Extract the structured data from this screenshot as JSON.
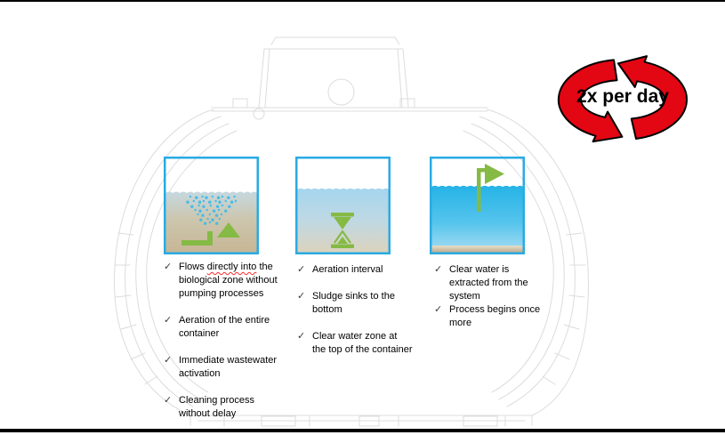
{
  "cycle_badge": {
    "label": "2x per day"
  },
  "bullet_glyph": "✓",
  "colors": {
    "panel_border": "#29ABE2",
    "badge_red": "#E30613",
    "icon_green": "#85BA45",
    "outline_gray": "#DCDCDC",
    "squiggle_red": "#FF2A2A",
    "drop_blue": "#45BCE8"
  },
  "panels": [
    {
      "id": "inflow-aeration",
      "items": [
        {
          "pre": "Flows ",
          "misspelled": "directly into",
          "post": " the\nbiological zone without\npumping processes"
        },
        {
          "text": "Aeration of the entire\ncontainer"
        },
        {
          "text": "Immediate wastewater\nactivation"
        },
        {
          "text": "Cleaning process\nwithout delay"
        }
      ]
    },
    {
      "id": "settling",
      "items": [
        {
          "text": "Aeration interval"
        },
        {
          "text": "Sludge sinks to the\nbottom"
        },
        {
          "text": "Clear water zone at\nthe top of the container"
        }
      ]
    },
    {
      "id": "clear-water-extraction",
      "items": [
        {
          "text": "Clear water is\nextracted from the\nsystem"
        },
        {
          "text": "Process begins once\nmore"
        }
      ]
    }
  ]
}
